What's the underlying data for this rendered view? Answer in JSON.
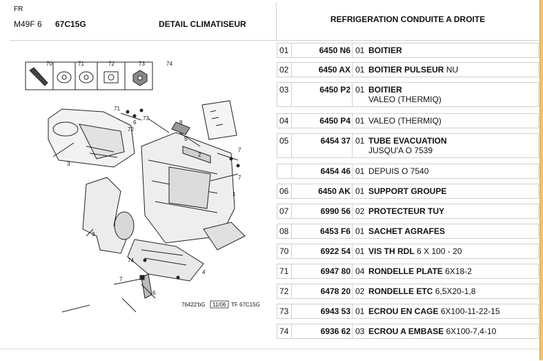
{
  "header": {
    "lang": "FR",
    "model": "M49F 6",
    "code": "67C15G",
    "detail_title": "DETAIL CLIMATISEUR",
    "section_title": "REFRIGERATION CONDUITE A DROITE"
  },
  "drawing": {
    "callouts": [
      "70",
      "71",
      "72",
      "73",
      "74",
      "71",
      "72",
      "73",
      "8",
      "6",
      "5",
      "7",
      "7",
      "3",
      "1",
      "2",
      "4",
      "74",
      "3",
      "7",
      "6"
    ],
    "caption_code": "76422'bG",
    "caption_date": "11/06",
    "caption_ref": "TF 67C15G"
  },
  "parts": [
    {
      "index": "01",
      "ref": "6450 N6",
      "qty": "01",
      "name": "BOITIER",
      "extra": "",
      "sub": ""
    },
    {
      "index": "02",
      "ref": "6450 AX",
      "qty": "01",
      "name": "BOITIER PULSEUR",
      "extra": "NU",
      "sub": ""
    },
    {
      "index": "03",
      "ref": "6450 P2",
      "qty": "01",
      "name": "BOITIER",
      "extra": "",
      "sub": "VALEO (THERMIQ)"
    },
    {
      "index": "04",
      "ref": "6450 P4",
      "qty": "01",
      "name": "",
      "extra": "VALEO (THERMIQ)",
      "sub": ""
    },
    {
      "index": "05",
      "ref": "6454 37",
      "qty": "01",
      "name": "TUBE EVACUATION",
      "extra": "",
      "sub": "JUSQU'A O 7539"
    },
    {
      "index": "",
      "ref": "6454 46",
      "qty": "01",
      "name": "",
      "extra": "DEPUIS O 7540",
      "sub": ""
    },
    {
      "index": "06",
      "ref": "6450 AK",
      "qty": "01",
      "name": "SUPPORT GROUPE",
      "extra": "",
      "sub": ""
    },
    {
      "index": "07",
      "ref": "6990 56",
      "qty": "02",
      "name": "PROTECTEUR TUY",
      "extra": "",
      "sub": ""
    },
    {
      "index": "08",
      "ref": "6453 F6",
      "qty": "01",
      "name": "SACHET AGRAFES",
      "extra": "",
      "sub": ""
    },
    {
      "index": "70",
      "ref": "6922 54",
      "qty": "01",
      "name": "VIS TH RDL",
      "extra": "6 X 100 - 20",
      "sub": ""
    },
    {
      "index": "71",
      "ref": "6947 80",
      "qty": "04",
      "name": "RONDELLE PLATE",
      "extra": "6X18-2",
      "sub": ""
    },
    {
      "index": "72",
      "ref": "6478 20",
      "qty": "02",
      "name": "RONDELLE ETC",
      "extra": "6,5X20-1,8",
      "sub": ""
    },
    {
      "index": "73",
      "ref": "6943 53",
      "qty": "01",
      "name": "ECROU EN CAGE",
      "extra": "6X100-11-22-15",
      "sub": ""
    },
    {
      "index": "74",
      "ref": "6936 62",
      "qty": "03",
      "name": "ECROU A EMBASE",
      "extra": "6X100-7,4-10",
      "sub": ""
    }
  ]
}
